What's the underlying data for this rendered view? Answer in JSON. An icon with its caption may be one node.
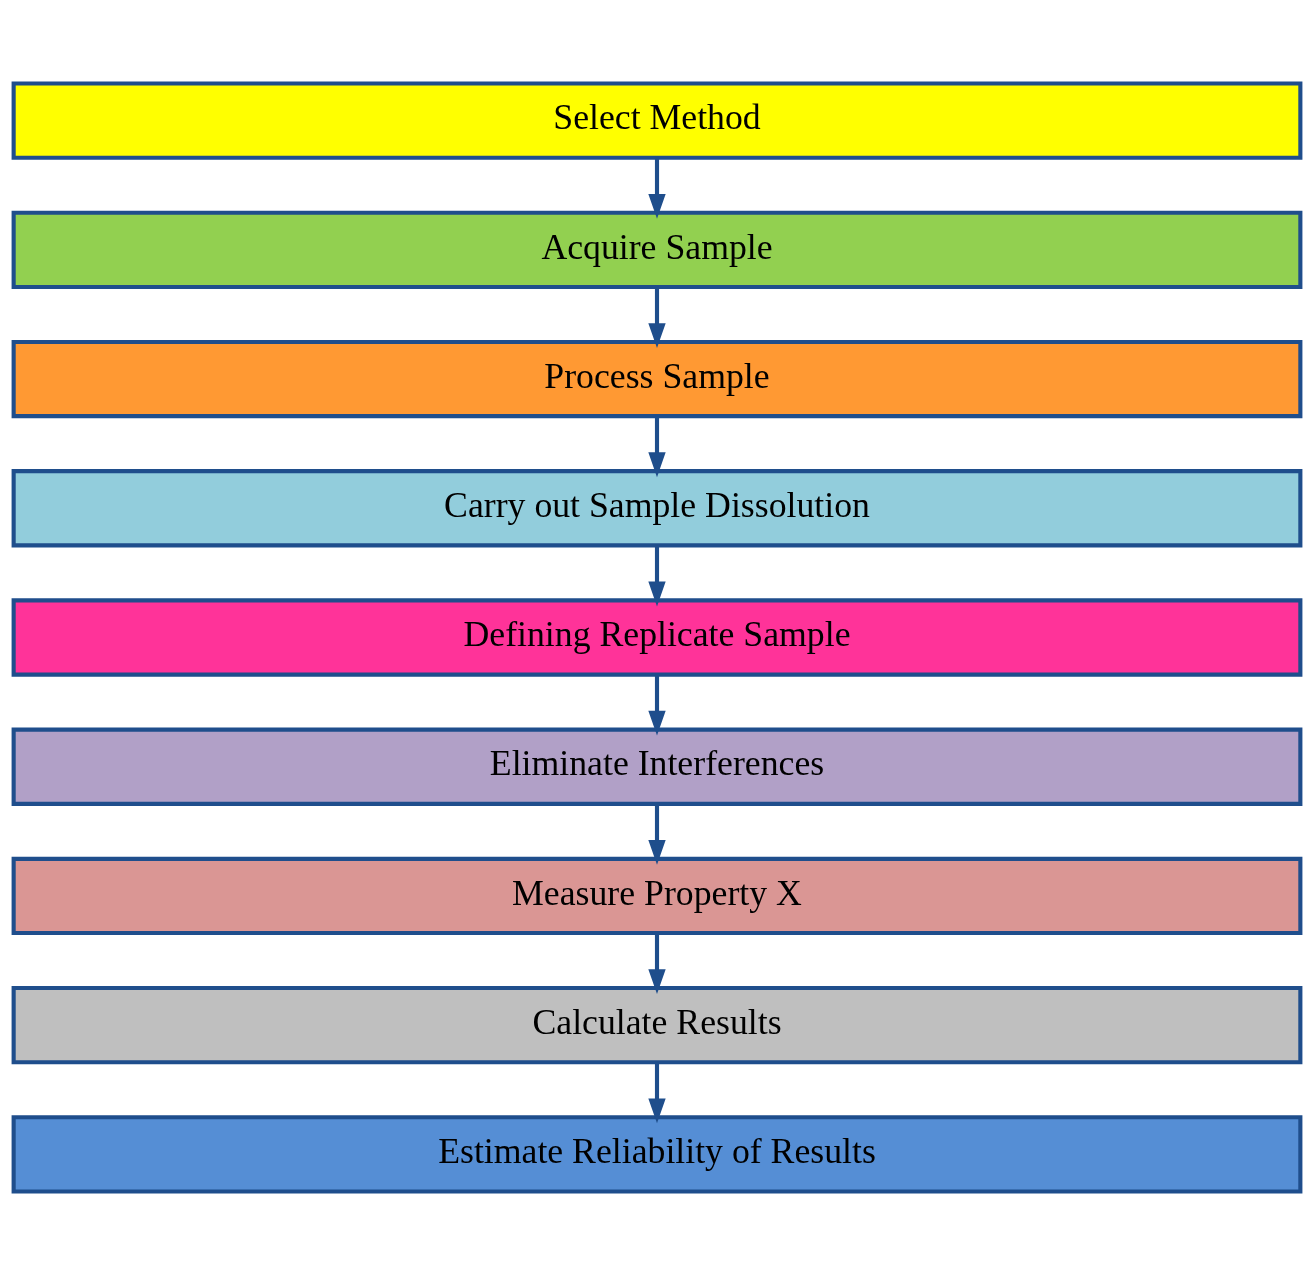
{
  "diagram": {
    "nodes": [
      {
        "text": [
          "Select Method"
        ]
      },
      {
        "text": [
          "Acquire Sample"
        ]
      },
      {
        "text": [
          "Process Sample"
        ]
      },
      {
        "text": [
          "Carry out Sample Dissolution"
        ]
      },
      {
        "text": [
          "Defining Replicate Sample"
        ]
      },
      {
        "text": [
          "Eliminate Interferences"
        ]
      },
      {
        "text": [
          "Measure Property X"
        ]
      },
      {
        "text": [
          "Calculate Results"
        ]
      },
      {
        "text": [
          "Estimate Reliability of Results"
        ]
      }
    ],
    "edges": [
      {
        "from": 0,
        "to": 1,
        "arrow": "to"
      },
      {
        "from": 1,
        "to": 2,
        "arrow": "to"
      },
      {
        "from": 2,
        "to": 3,
        "arrow": "to"
      },
      {
        "from": 3,
        "to": 4,
        "arrow": "to"
      },
      {
        "from": 4,
        "to": 5,
        "arrow": "to"
      },
      {
        "from": 5,
        "to": 6,
        "arrow": "to"
      },
      {
        "from": 6,
        "to": 7,
        "arrow": "to"
      },
      {
        "from": 7,
        "to": 8,
        "arrow": "to"
      }
    ]
  }
}
